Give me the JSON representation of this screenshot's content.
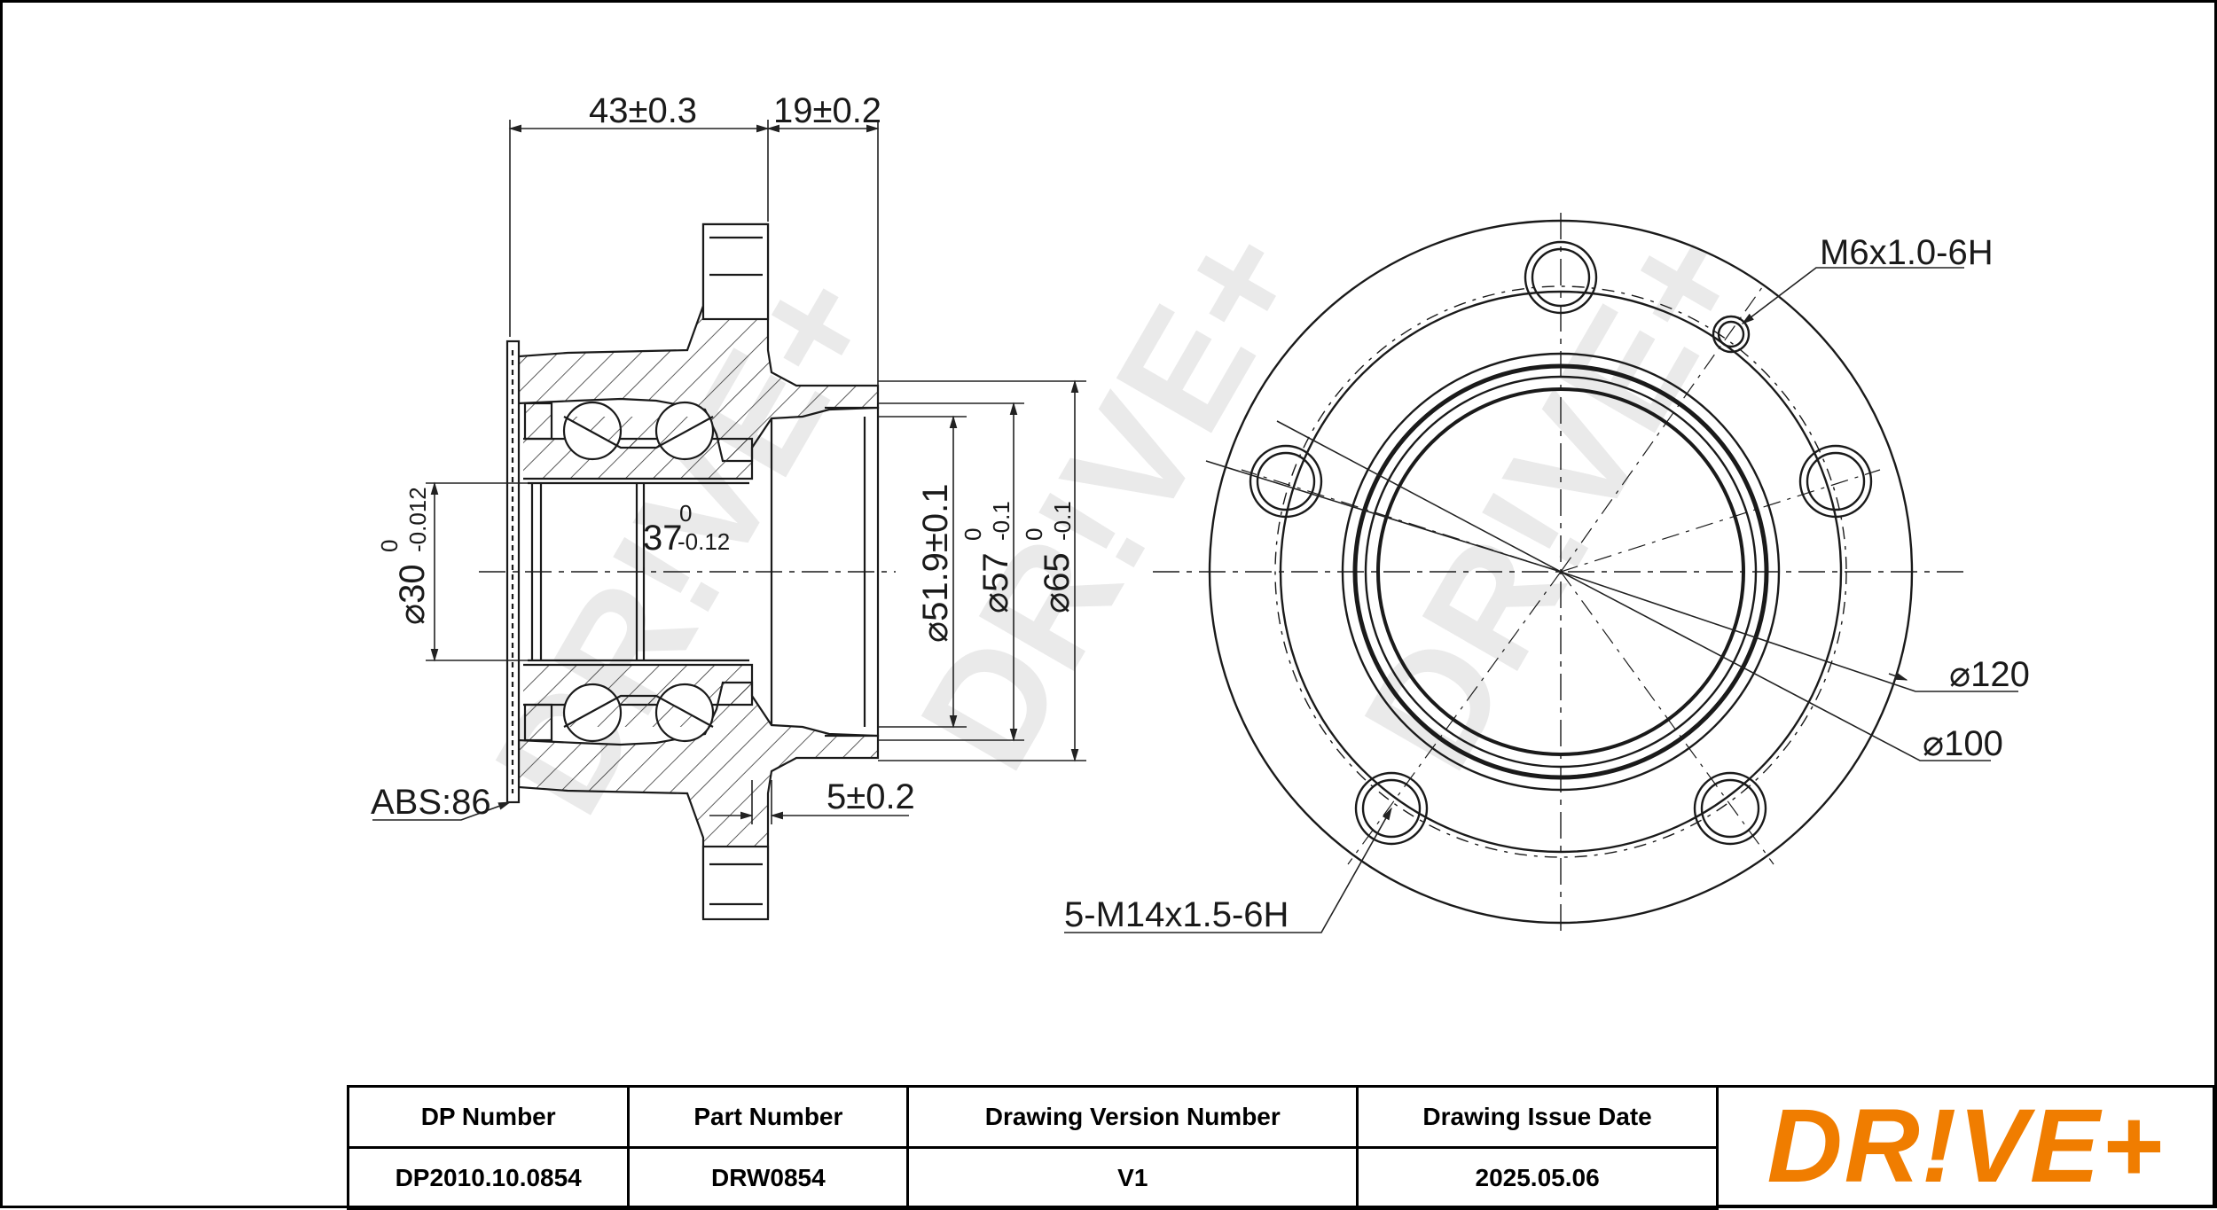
{
  "drawing": {
    "left_view_dimensions": {
      "overall_length": "43±0.3",
      "flange_offset": "19±0.2",
      "bore_diameter": "⌀30",
      "bore_tol_upper": "0",
      "bore_tol_lower": "-0.012",
      "bearing_width": "37",
      "bearing_tol_upper": "0",
      "bearing_tol_lower": "-0.12",
      "pilot_diameter": "⌀51.9±0.1",
      "spigot_diameter": "⌀57",
      "spigot_tol_upper": "0",
      "spigot_tol_lower": "-0.1",
      "hub_diameter": "⌀65",
      "hub_tol_upper": "0",
      "hub_tol_lower": "-0.1",
      "flange_thickness": "5±0.2",
      "abs_label": "ABS:86"
    },
    "right_view_dimensions": {
      "small_thread": "M6x1.0-6H",
      "outer_diameter": "⌀120",
      "pcd_diameter": "⌀100",
      "stud_threads": "5-M14x1.5-6H"
    },
    "watermark": "DR!VE+"
  },
  "title_block": {
    "headers": [
      "DP Number",
      "Part Number",
      "Drawing Version Number",
      "Drawing Issue Date"
    ],
    "values": [
      "DP2010.10.0854",
      "DRW0854",
      "V1",
      "2025.05.06"
    ],
    "logo": "DR!VE+",
    "logo_color": "#f07d00"
  }
}
